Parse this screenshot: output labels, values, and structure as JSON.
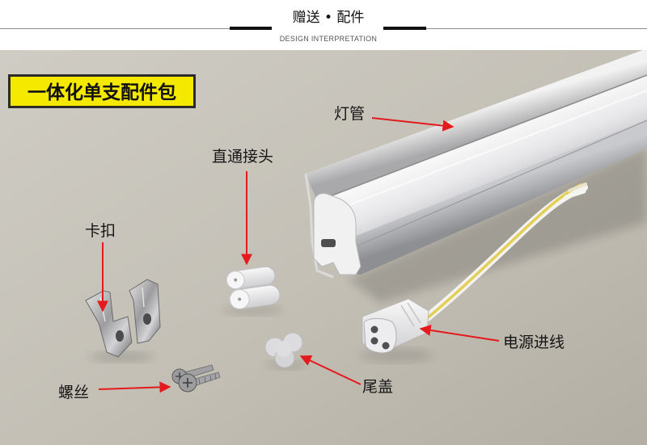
{
  "header": {
    "title": "赠送 • 配件",
    "subtitle": "DESIGN INTERPRETATION"
  },
  "badge": {
    "text": "一体化单支配件包"
  },
  "labels": {
    "tube": "灯管",
    "connector": "直通接头",
    "clip": "卡扣",
    "power_cable": "电源进线",
    "end_cap": "尾盖",
    "screw": "螺丝"
  },
  "colors": {
    "arrow": "#e41a1c",
    "badge": "#f6e900"
  }
}
